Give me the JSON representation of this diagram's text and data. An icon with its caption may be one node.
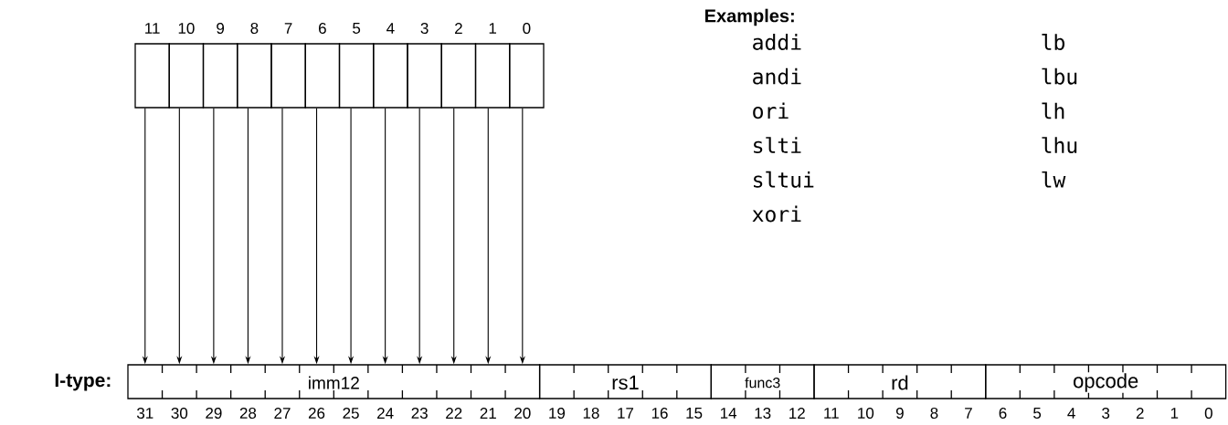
{
  "diagram": {
    "nodes": [
      {
        "text": [],
        "shape": "box",
        "beside": [
          "11"
        ]
      },
      {
        "text": [],
        "shape": "box",
        "beside": [
          "10"
        ]
      },
      {
        "text": [],
        "shape": "box",
        "beside": [
          "9"
        ]
      },
      {
        "text": [],
        "shape": "box",
        "beside": [
          "8"
        ]
      },
      {
        "text": [],
        "shape": "box",
        "beside": [
          "7"
        ]
      },
      {
        "text": [],
        "shape": "box",
        "beside": [
          "6"
        ]
      },
      {
        "text": [],
        "shape": "box",
        "beside": [
          "5"
        ]
      },
      {
        "text": [],
        "shape": "box",
        "beside": [
          "4"
        ]
      },
      {
        "text": [],
        "shape": "box",
        "beside": [
          "3"
        ]
      },
      {
        "text": [],
        "shape": "box",
        "beside": [
          "2"
        ]
      },
      {
        "text": [],
        "shape": "box",
        "beside": [
          "1"
        ]
      },
      {
        "text": [],
        "shape": "box",
        "beside": [
          "0"
        ]
      },
      {
        "text": [
          "imm12"
        ]
      },
      {
        "text": [
          "rs1"
        ]
      },
      {
        "text": [
          "func3"
        ]
      },
      {
        "text": [
          "rd"
        ]
      },
      {
        "text": [
          "opcode"
        ]
      }
    ],
    "edges": [
      {
        "from": 0,
        "to": 12,
        "arrow": "to"
      },
      {
        "from": 1,
        "to": 12,
        "arrow": "to"
      },
      {
        "from": 2,
        "to": 12,
        "arrow": "to"
      },
      {
        "from": 3,
        "to": 12,
        "arrow": "to"
      },
      {
        "from": 4,
        "to": 12,
        "arrow": "to"
      },
      {
        "from": 5,
        "to": 12,
        "arrow": "to"
      },
      {
        "from": 6,
        "to": 12,
        "arrow": "to"
      },
      {
        "from": 7,
        "to": 12,
        "arrow": "to"
      },
      {
        "from": 8,
        "to": 12,
        "arrow": "to"
      },
      {
        "from": 9,
        "to": 12,
        "arrow": "to"
      },
      {
        "from": 10,
        "to": 12,
        "arrow": "to"
      },
      {
        "from": 11,
        "to": 12,
        "arrow": "to"
      }
    ],
    "labels": [
      "Examples:",
      "addi",
      "lb",
      "andi",
      "lbu",
      "ori",
      "lh",
      "slti",
      "lhu",
      "sltui",
      "lw",
      "xori",
      "I-type:",
      "31",
      "30",
      "29",
      "28",
      "27",
      "26",
      "25",
      "24",
      "23",
      "22",
      "21",
      "20",
      "19",
      "18",
      "17",
      "16",
      "15",
      "14",
      "13",
      "12",
      "11",
      "10",
      "9",
      "8",
      "7",
      "6",
      "5",
      "4",
      "3",
      "2",
      "1",
      "0"
    ]
  }
}
